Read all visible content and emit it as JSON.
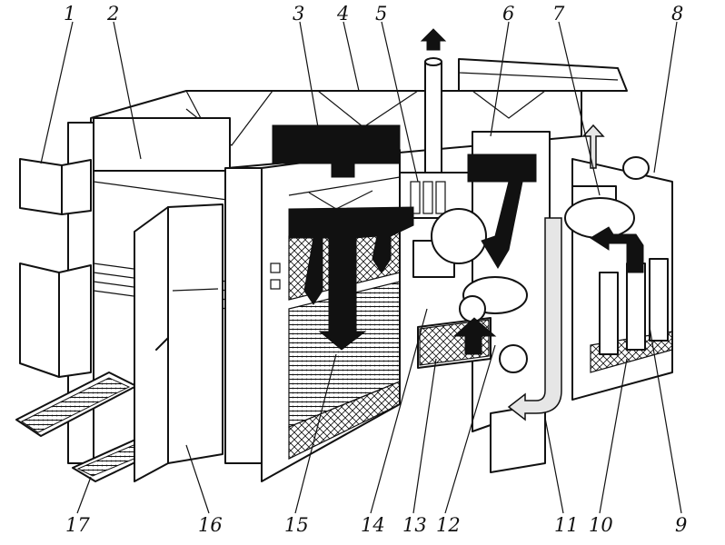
{
  "callouts": [
    {
      "id": "1",
      "text": "1"
    },
    {
      "id": "2",
      "text": "2"
    },
    {
      "id": "3",
      "text": "3"
    },
    {
      "id": "4",
      "text": "4"
    },
    {
      "id": "5",
      "text": "5"
    },
    {
      "id": "6",
      "text": "6"
    },
    {
      "id": "7",
      "text": "7"
    },
    {
      "id": "8",
      "text": "8"
    },
    {
      "id": "9",
      "text": "9"
    },
    {
      "id": "10",
      "text": "10"
    },
    {
      "id": "11",
      "text": "11"
    },
    {
      "id": "12",
      "text": "12"
    },
    {
      "id": "13",
      "text": "13"
    },
    {
      "id": "14",
      "text": "14"
    },
    {
      "id": "15",
      "text": "15"
    },
    {
      "id": "16",
      "text": "16"
    },
    {
      "id": "17",
      "text": "17"
    }
  ],
  "colors": {
    "line": "#111111",
    "arrow_dark": "#111111",
    "arrow_light": "#e6e6e6",
    "background": "#ffffff"
  }
}
